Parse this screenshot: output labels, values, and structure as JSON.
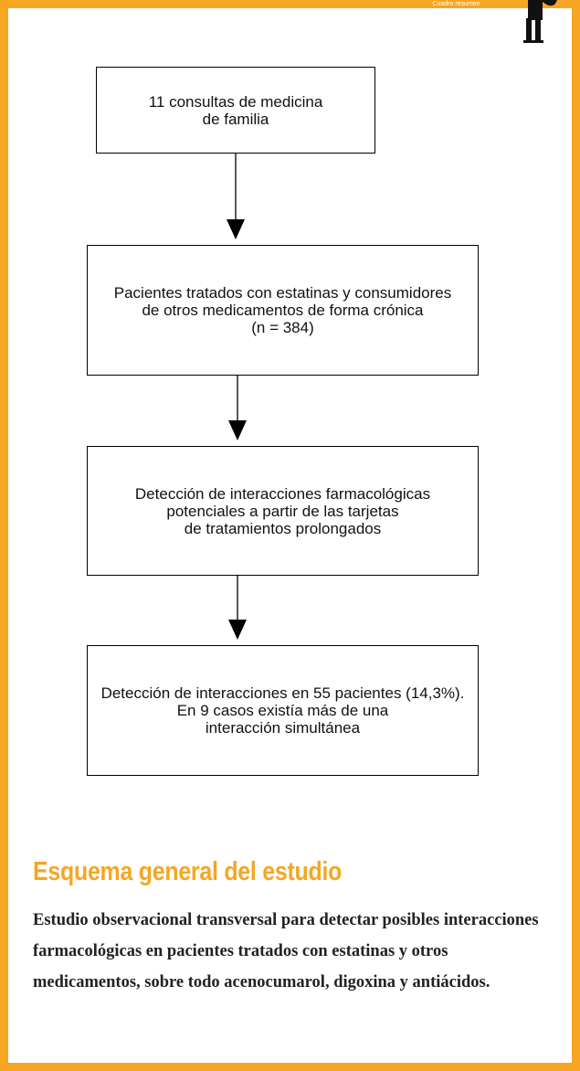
{
  "header_tab": {
    "text": "Cuadro resumen"
  },
  "flowchart": {
    "steps": [
      {
        "lines": [
          "11 consultas de medicina",
          "de familia"
        ]
      },
      {
        "lines": [
          "Pacientes tratados con estatinas y consumidores",
          "de otros medicamentos de forma crónica",
          "(n = 384)"
        ]
      },
      {
        "lines": [
          "Detección de interacciones farmacológicas",
          "potenciales a partir de las tarjetas",
          "de tratamientos prolongados"
        ]
      },
      {
        "lines": [
          "Detección de interacciones en 55 pacientes (14,3%).",
          "En 9 casos existía más de una",
          "interacción simultánea"
        ]
      }
    ]
  },
  "section": {
    "title": "Esquema general del estudio",
    "summary": "Estudio observacional transversal para detectar posibles interacciones farmacológicas en pacientes tratados con estatinas y otros medicamentos, sobre todo acenocumarol, digoxina y antiácidos."
  },
  "colors": {
    "accent": "#f6a623",
    "text": "#111111"
  }
}
